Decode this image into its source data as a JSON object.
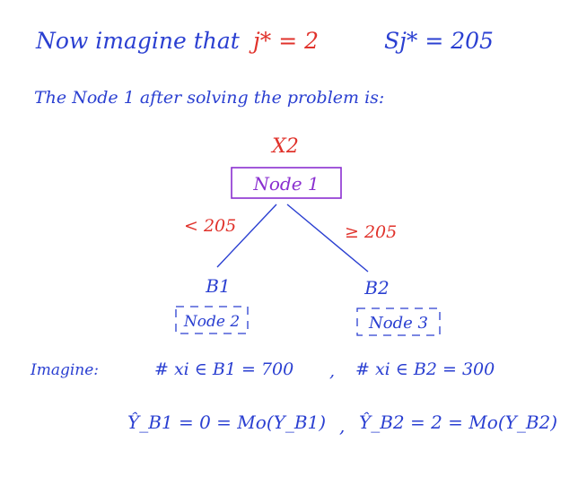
{
  "colors": {
    "ink": "#2a3fd1",
    "highlight": "#e0322b",
    "node_box": "#8a2fd0",
    "background": "#ffffff"
  },
  "line1": {
    "text": "Now imagine that",
    "j_star": "j* = 2",
    "s_j_star": "Sj* = 205"
  },
  "line2": {
    "text": "The Node 1 after solving the problem is:"
  },
  "tree": {
    "split_variable": "X2",
    "root_label": "Node 1",
    "left_edge_label": "< 205",
    "right_edge_label": "≥ 205",
    "left_branch": {
      "region": "B1",
      "node": "Node 2"
    },
    "right_branch": {
      "region": "B2",
      "node": "Node 3"
    }
  },
  "imagine": {
    "label": "Imagine:",
    "count_b1": "# xi ∈ B1 = 700",
    "separator": ",",
    "count_b2": "# xi ∈ B2 = 300"
  },
  "predictions": {
    "y_b1": "Ŷ_B1 = 0 = Mo(Y_B1)",
    "separator": ",",
    "y_b2": "Ŷ_B2 = 2 = Mo(Y_B2)"
  }
}
